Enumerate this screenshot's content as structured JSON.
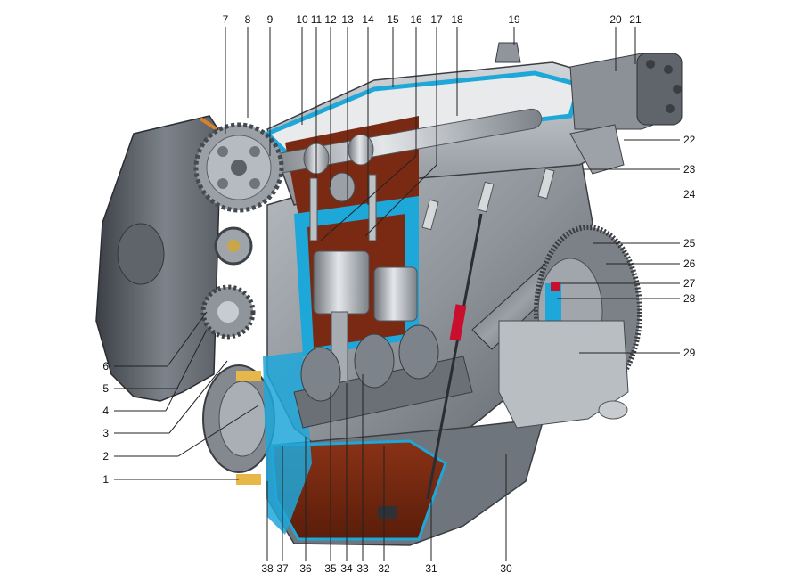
{
  "diagram": {
    "callouts_top": [
      "7",
      "8",
      "9",
      "10",
      "11",
      "12",
      "13",
      "14",
      "15",
      "16",
      "17",
      "18",
      "19",
      "20",
      "21"
    ],
    "callouts_right": [
      "22",
      "23",
      "24",
      "25",
      "26",
      "27",
      "28",
      "29"
    ],
    "callouts_left": [
      "6",
      "5",
      "4",
      "3",
      "2",
      "1"
    ],
    "callouts_bottom": [
      "38",
      "37",
      "36",
      "35",
      "34",
      "33",
      "32",
      "31",
      "30"
    ],
    "colors": {
      "body_grey": "#8c9196",
      "dark_grey": "#4a4f55",
      "light_grey": "#c8ccd0",
      "cutaway_blue": "#1ea7d9",
      "oil_brown": "#7a2a12",
      "accent_red": "#c8102e",
      "belt_orange": "#d9822b"
    }
  }
}
